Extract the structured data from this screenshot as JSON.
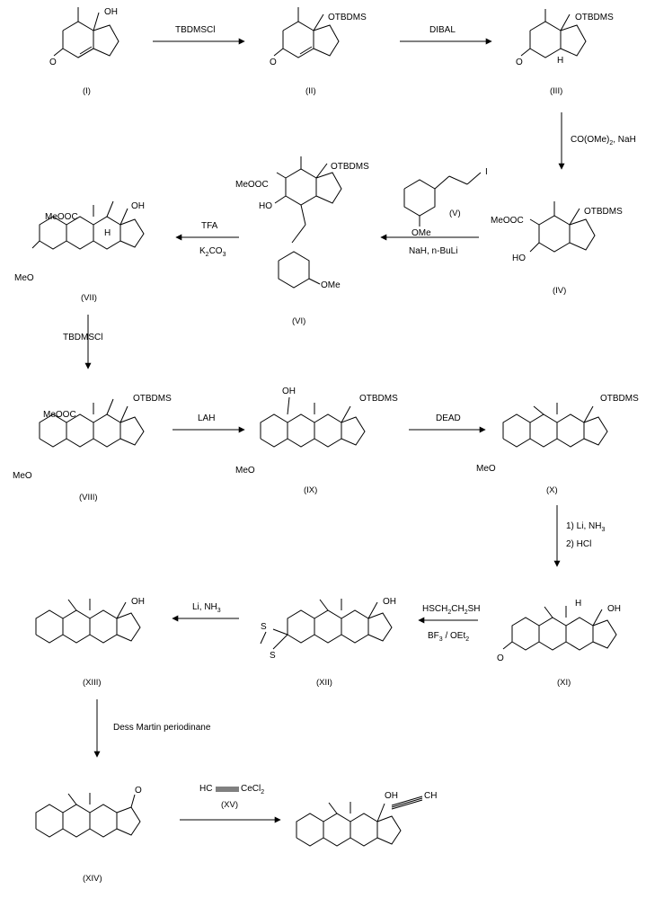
{
  "compounds": [
    {
      "id": "I",
      "label": "(I)",
      "substituents": [
        "OH"
      ]
    },
    {
      "id": "II",
      "label": "(II)",
      "substituents": [
        "OTBDMS"
      ]
    },
    {
      "id": "III",
      "label": "(III)",
      "substituents": [
        "OTBDMS"
      ]
    },
    {
      "id": "IV",
      "label": "(IV)",
      "substituents": [
        "OTBDMS",
        "MeOOC",
        "HO"
      ]
    },
    {
      "id": "V",
      "label": "(V)",
      "substituents": [
        "I",
        "OMe"
      ]
    },
    {
      "id": "VI",
      "label": "(VI)",
      "substituents": [
        "OTBDMS",
        "MeOOC",
        "HO",
        "OMe"
      ]
    },
    {
      "id": "VII",
      "label": "(VII)",
      "substituents": [
        "OH",
        "MeOOC",
        "MeO"
      ]
    },
    {
      "id": "VIII",
      "label": "(VIII)",
      "substituents": [
        "OTBDMS",
        "MeOOC",
        "MeO"
      ]
    },
    {
      "id": "IX",
      "label": "(IX)",
      "substituents": [
        "OTBDMS",
        "OH",
        "MeO"
      ]
    },
    {
      "id": "X",
      "label": "(X)",
      "substituents": [
        "OTBDMS",
        "MeO"
      ]
    },
    {
      "id": "XI",
      "label": "(XI)",
      "substituents": [
        "OH"
      ]
    },
    {
      "id": "XII",
      "label": "(XII)",
      "substituents": [
        "OH",
        "S",
        "S"
      ]
    },
    {
      "id": "XIII",
      "label": "(XIII)",
      "substituents": [
        "OH"
      ]
    },
    {
      "id": "XIV",
      "label": "(XIV)",
      "substituents": [
        "O"
      ]
    },
    {
      "id": "XV",
      "label": "(XV)"
    }
  ],
  "atoms": {
    "h": "H",
    "h3c": "H",
    "h2c": "H"
  },
  "reagents": {
    "r1": "TBDMSCl",
    "r2": "DIBAL",
    "r3": "CO(OMe)",
    "r3_sub": "2",
    "r3_tail": ", NaH",
    "r4": "NaH, n-BuLi",
    "r5_top": "TFA",
    "r5_bottom": "K",
    "r5_sub": "2",
    "r5_tail": "CO",
    "r5_sub2": "3",
    "r6": "TBDMSCl",
    "r7": "LAH",
    "r8": "DEAD",
    "r9a": "1) Li, NH",
    "r9a_sub": "3",
    "r9b": "2) HCl",
    "r10_top": "HSCH",
    "r10_s1": "2",
    "r10_mid": "CH",
    "r10_s2": "2",
    "r10_end": "SH",
    "r10_bottom": "BF",
    "r10_bs": "3",
    "r10_btail": " / OEt",
    "r10_bs2": "2",
    "r11": "Li, NH",
    "r11_sub": "3",
    "r12": "Dess Martin periodinane",
    "r13_hc": "HC",
    "r13_ce": "CeCl",
    "r13_sub": "2",
    "r13_label": "(XV)",
    "alkyne_end": "CH"
  }
}
